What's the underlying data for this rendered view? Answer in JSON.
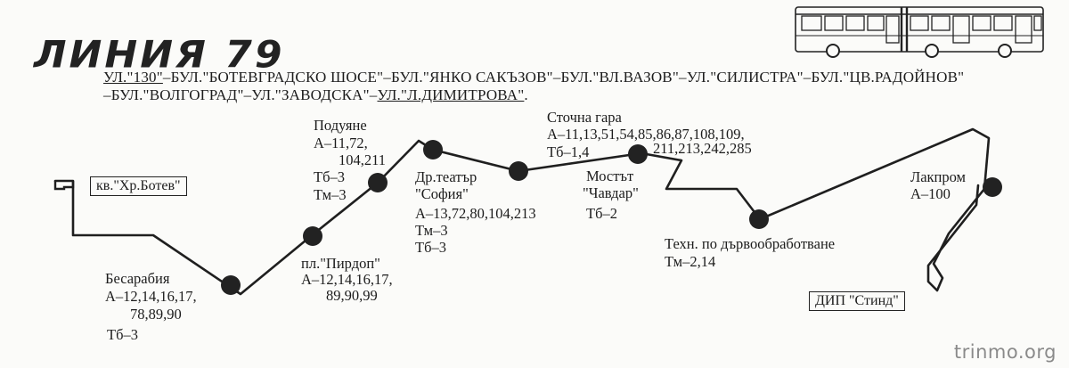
{
  "title": "ЛИНИЯ 79",
  "route": {
    "p1": "УЛ.\"130\"",
    "p2": "–БУЛ.\"БОТЕВГРАДСКО ШОСЕ\"–БУЛ.\"ЯНКО САКЪЗОВ\"–БУЛ.\"ВЛ.ВАЗОВ\"–УЛ.\"СИЛИСТРА\"–БУЛ.\"ЦВ.РАДОЙНОВ\"",
    "p3": "–БУЛ.\"ВОЛГОГРАД\"–УЛ.\"ЗАВОДСКА\"–",
    "p4": "УЛ.\"Л.ДИМИТРОВА\"",
    "p5": "."
  },
  "terminals": {
    "start": "кв.\"Хр.Ботев\"",
    "end": "ДИП \"Стинд\""
  },
  "stops": {
    "besarabia": {
      "name": "Бесарабия",
      "l1": "А–12,14,16,17,",
      "l2": "78,89,90",
      "l3": "Тб–3"
    },
    "pirdop": {
      "name": "пл.\"Пирдоп\"",
      "l1": "А–12,14,16,17,",
      "l2": "89,90,99"
    },
    "poduyane": {
      "name": "Подуяне",
      "l1": "А–11,72,",
      "l2": "104,211",
      "l3": "Тб–3",
      "l4": "Тм–3"
    },
    "theatre": {
      "name": "Др.театър",
      "name2": "\"София\"",
      "l1": "А–13,72,80,104,213",
      "l2": "Тм–3",
      "l3": "Тб–3"
    },
    "sewage": {
      "name": "Сточна гара",
      "l1": "А–11,13,51,54,85,86,87,108,109,",
      "l2": "211,213,242,285",
      "l3": "Тб–1,4"
    },
    "bridge": {
      "name": "Мостът",
      "name2": "\"Чавдар\"",
      "l1": "Тб–2"
    },
    "technical": {
      "name": "Техн. по дървообработване",
      "l1": "Тм–2,14"
    },
    "lakprom": {
      "name": "Лакпром",
      "l1": "А–100"
    }
  },
  "watermark": "trinmo.org",
  "colors": {
    "ink": "#1c1c1c",
    "paper": "#fbfbf9",
    "watermark": "#8a8a8a"
  }
}
